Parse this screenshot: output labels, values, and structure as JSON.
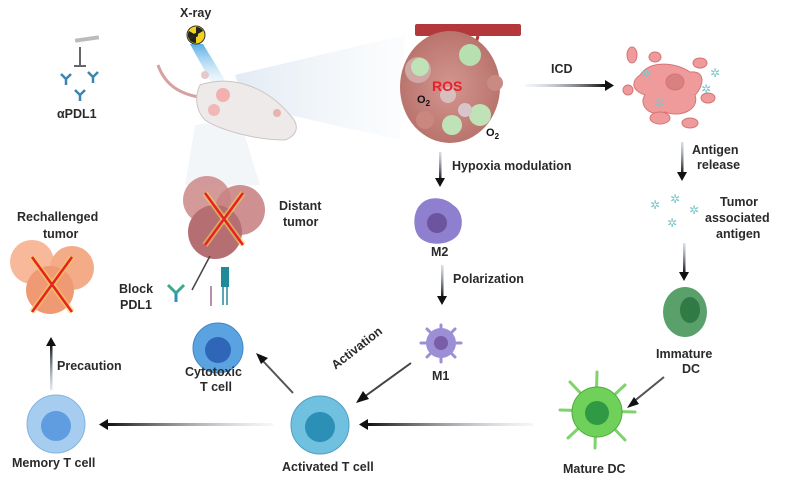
{
  "diagram": {
    "top_left": {
      "xray_label": "X-ray",
      "antibody_label": "αPDL1"
    },
    "tumor": {
      "ros_label": "ROS",
      "o2_label_a": "O",
      "o2_label_b": "O",
      "o2_subscript": "2"
    },
    "flow_labels": {
      "icd": "ICD",
      "antigen_release_1": "Antigen",
      "antigen_release_2": "release",
      "taa_1": "Tumor",
      "taa_2": "associated",
      "taa_3": "antigen",
      "hypoxia": "Hypoxia modulation",
      "m2": "M2",
      "polarization": "Polarization",
      "m1": "M1",
      "immature_dc_1": "Immature",
      "immature_dc_2": "DC",
      "mature_dc": "Mature DC",
      "activation": "Activation",
      "activated_t": "Activated T cell",
      "cytotoxic_1": "Cytotoxic",
      "cytotoxic_2": "T cell",
      "memory_t": "Memory T cell",
      "precaution": "Precaution",
      "rechallenged_1": "Rechallenged",
      "rechallenged_2": "tumor",
      "distant_1": "Distant",
      "distant_2": "tumor",
      "block_1": "Block",
      "block_2": "PDL1"
    },
    "colors": {
      "arrow": "#1a1a1a",
      "ros_text": "#e8202a",
      "cross": "#e8202a",
      "m2_cell": "#8f7fcf",
      "dc_green": "#5fc24f",
      "t_cell_blue": "#5aa3e0"
    }
  }
}
